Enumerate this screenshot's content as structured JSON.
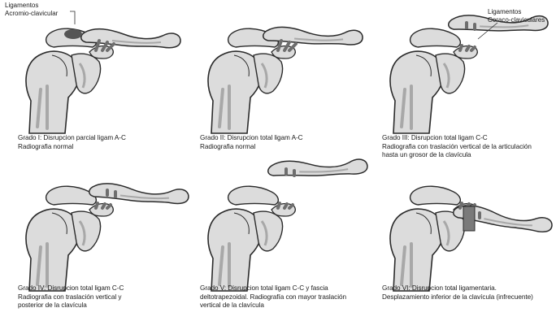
{
  "labels": {
    "ac_ligaments": [
      "Ligamentos",
      "Acromio-clavicular"
    ],
    "cc_ligaments": [
      "Ligamentos",
      "Coraco-claviculares"
    ]
  },
  "panels": [
    {
      "grade": "I",
      "lines": [
        "Grado I: Disrupcion parcial ligam A-C",
        "Radiografia normal"
      ]
    },
    {
      "grade": "II",
      "lines": [
        "Grado II: Disrupcion total ligam A-C",
        "Radiografia normal"
      ]
    },
    {
      "grade": "III",
      "lines": [
        "Grado III: Disrupcion total ligam C-C",
        "Radiografia con traslación vertical de la articulación",
        "hasta un grosor de la clavícula"
      ]
    },
    {
      "grade": "IV",
      "lines": [
        "Grado IV: Disrupcion total ligam C-C",
        "Radiografia con traslación vertical y",
        "posterior de la clavícula"
      ]
    },
    {
      "grade": "V",
      "lines": [
        "Grado V: Disrupcion total ligam C-C y fascia",
        "deltotrapezoidal. Radiografía con mayor traslación",
        "vertical de la clavícula"
      ]
    },
    {
      "grade": "VI",
      "lines": [
        "Grado VI: Disrupcion total ligamentaria.",
        "Desplazamiento inferior de la clavícula (infrecuente)"
      ]
    }
  ],
  "colors": {
    "bone": "#dcdcdc",
    "bone_shadow": "#a8a8a8",
    "outline": "#2b2b2b",
    "ligament": "#6e6e6e",
    "text": "#1a1a1a"
  }
}
